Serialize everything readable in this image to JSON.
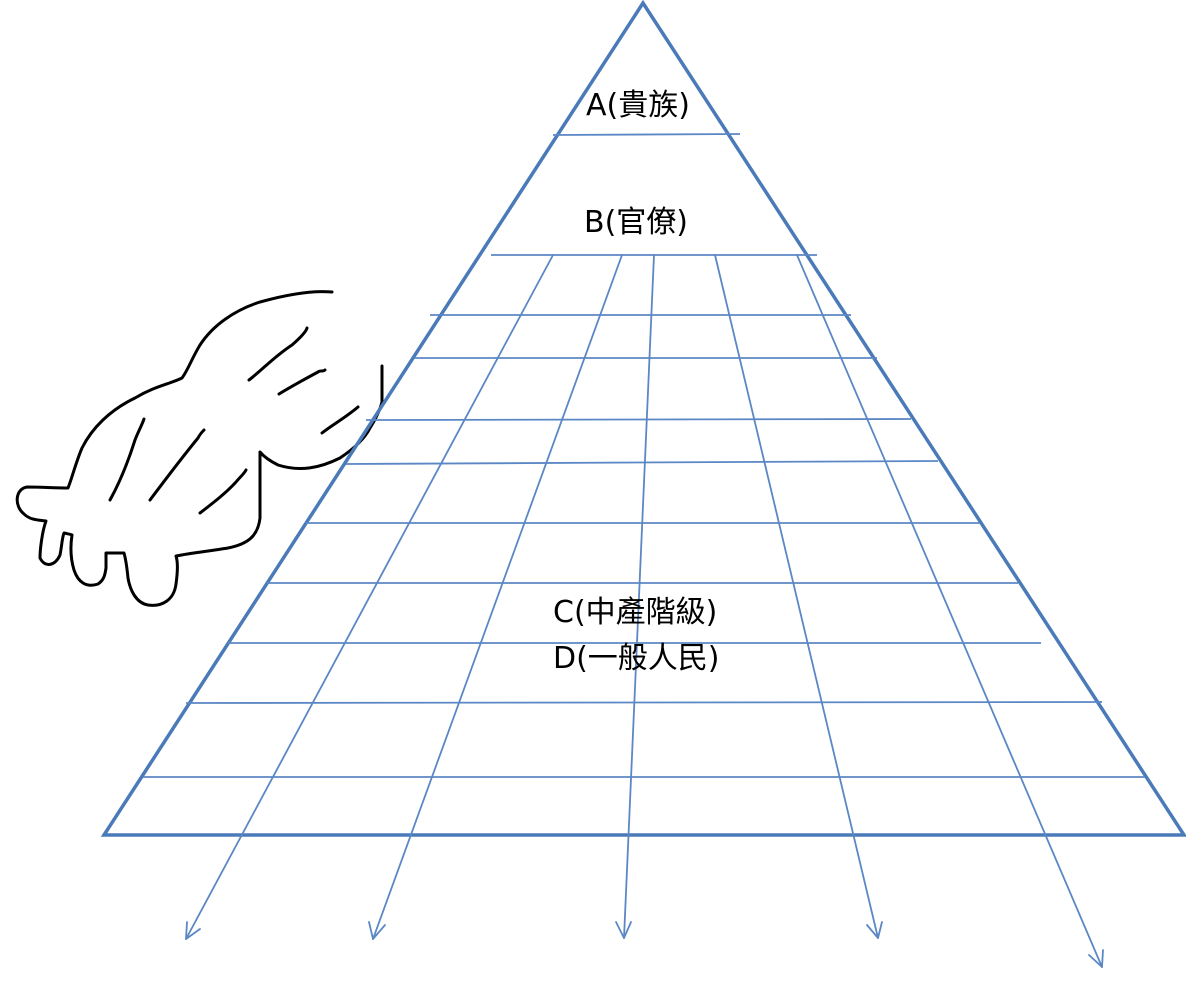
{
  "diagram": {
    "colors": {
      "pyramid": "#4a7ab8",
      "grid": "#5b87c5",
      "hand": "#000000",
      "text": "#000000"
    },
    "icons": {
      "hand": "hand-icon"
    },
    "labels": {
      "a": "A(貴族)",
      "b": "B(官僚)",
      "c": "C(中產階級)",
      "d": "D(一般人民)"
    }
  }
}
